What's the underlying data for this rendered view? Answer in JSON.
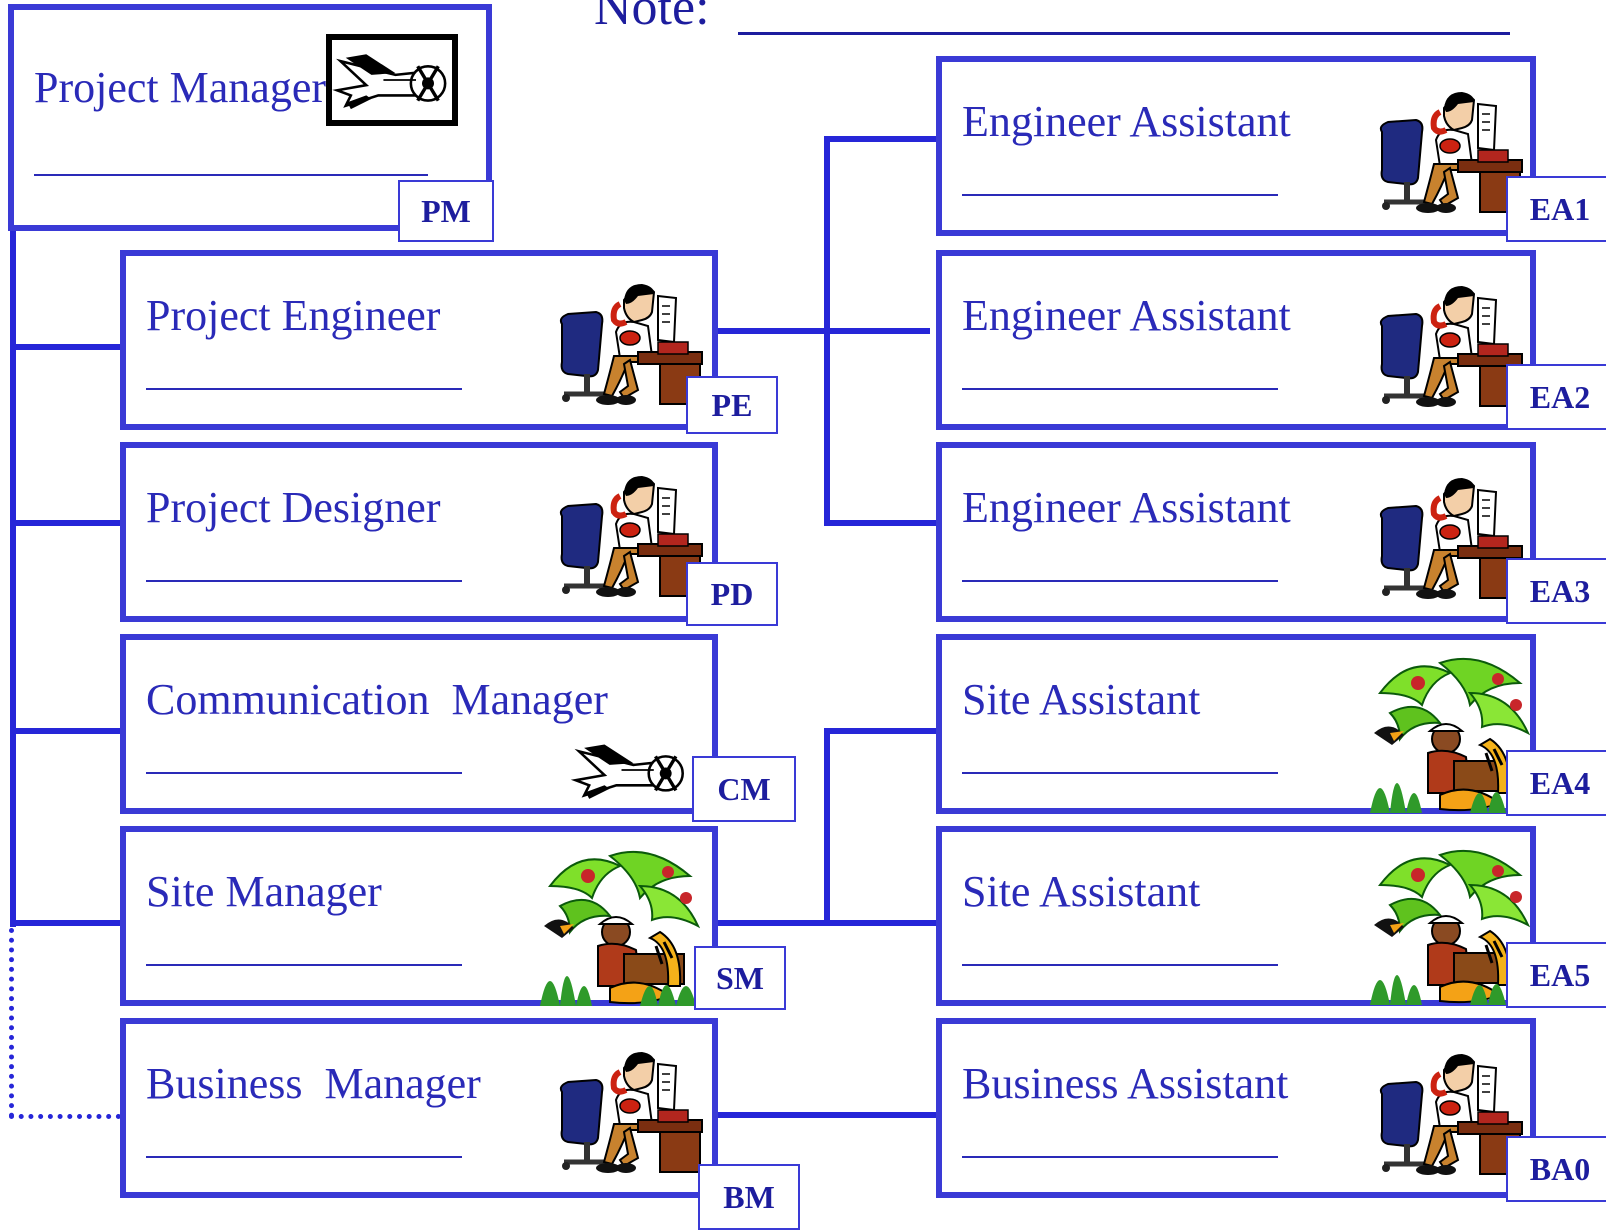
{
  "note_label": "Note:",
  "connector_color": "#2626d8",
  "manager": {
    "role": "Project Manager",
    "code": "PM",
    "icon": "airplane-icon"
  },
  "left_boxes": [
    {
      "id": "pe",
      "role": "Project Engineer",
      "code": "PE",
      "icon": "office-worker-icon"
    },
    {
      "id": "pd",
      "role": "Project Designer",
      "code": "PD",
      "icon": "office-worker-icon"
    },
    {
      "id": "cm",
      "role": "Communication  Manager",
      "code": "CM",
      "icon": "airplane-icon"
    },
    {
      "id": "sm",
      "role": "Site Manager",
      "code": "SM",
      "icon": "jungle-worker-icon"
    },
    {
      "id": "bm",
      "role": "Business  Manager",
      "code": "BM",
      "icon": "office-worker-icon"
    }
  ],
  "right_boxes": [
    {
      "id": "ea1",
      "role": "Engineer Assistant",
      "code": "EA1",
      "icon": "office-worker-icon"
    },
    {
      "id": "ea2",
      "role": "Engineer Assistant",
      "code": "EA2",
      "icon": "office-worker-icon"
    },
    {
      "id": "ea3",
      "role": "Engineer Assistant",
      "code": "EA3",
      "icon": "office-worker-icon"
    },
    {
      "id": "ea4",
      "role": "Site Assistant",
      "code": "EA4",
      "icon": "jungle-worker-icon"
    },
    {
      "id": "ea5",
      "role": "Site Assistant",
      "code": "EA5",
      "icon": "jungle-worker-icon"
    },
    {
      "id": "ba0",
      "role": "Business Assistant",
      "code": "BA0",
      "icon": "office-worker-icon"
    }
  ]
}
